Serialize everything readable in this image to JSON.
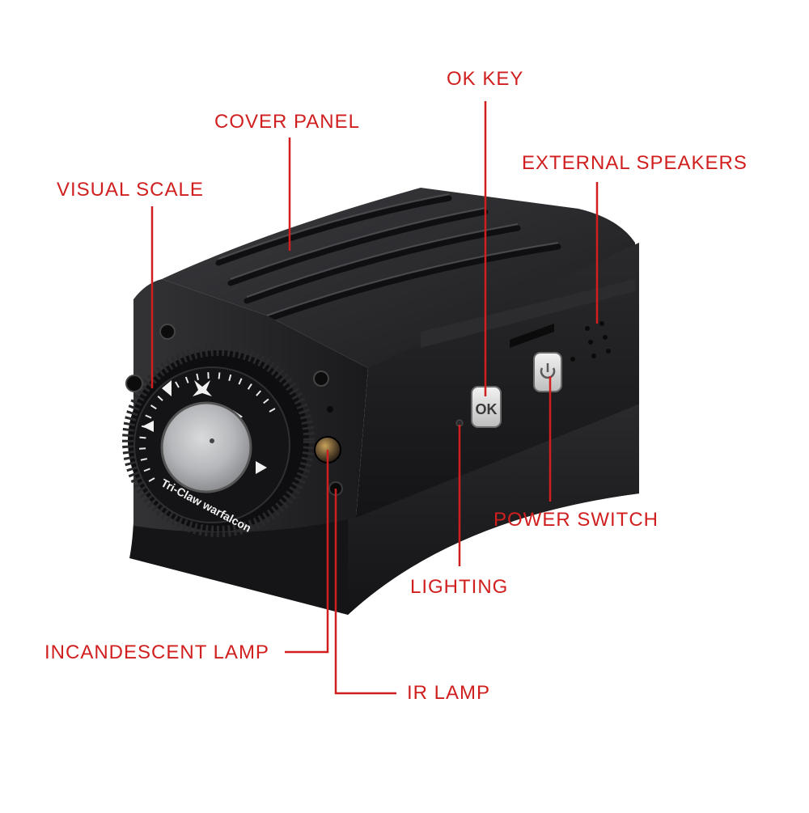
{
  "colors": {
    "callout": "#d11f1f",
    "body": "#1c1c1e",
    "body_highlight": "#3a3a3e",
    "lens_ring": "#101012",
    "background": "#ffffff"
  },
  "product": {
    "dial_brand_text": "Tri-Claw warfalcon",
    "ok_button_text": "OK",
    "power_button_icon": "power-icon",
    "dial_logo_icon": "eagle-icon"
  },
  "callouts": {
    "ok_key": "OK KEY",
    "cover_panel": "COVER PANEL",
    "external_speakers": "EXTERNAL SPEAKERS",
    "visual_scale": "VISUAL SCALE",
    "power_switch": "POWER SWITCH",
    "lighting": "LIGHTING",
    "incandescent_lamp": "INCANDESCENT LAMP",
    "ir_lamp": "IR LAMP"
  }
}
